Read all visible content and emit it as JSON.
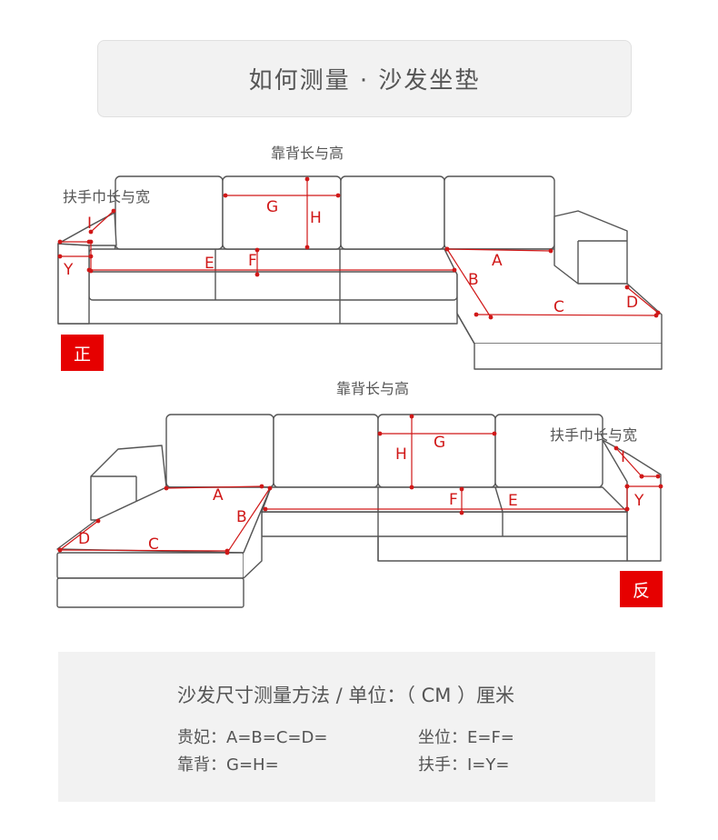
{
  "title": "如何测量 · 沙发坐垫",
  "diagram_labels": {
    "backrest": "靠背长与高",
    "armrest": "扶手巾长与宽",
    "front_badge": "正",
    "reverse_badge": "反",
    "A": "A",
    "B": "B",
    "C": "C",
    "D": "D",
    "E": "E",
    "F": "F",
    "G": "G",
    "H": "H",
    "I": "I",
    "Y": "Y"
  },
  "info": {
    "title": "沙发尺寸测量方法 / 单位：（ CM ）厘米",
    "chaise_label": "贵妃：",
    "chaise_value": "A=B=C=D=",
    "seat_label": "坐位：",
    "seat_value": "E=F=",
    "back_label": "靠背：",
    "back_value": "G=H=",
    "arm_label": "扶手：",
    "arm_value": "I=Y="
  },
  "colors": {
    "accent": "#e60000",
    "marker": "#d01818",
    "line": "#555555",
    "panel": "#f2f2f2"
  }
}
